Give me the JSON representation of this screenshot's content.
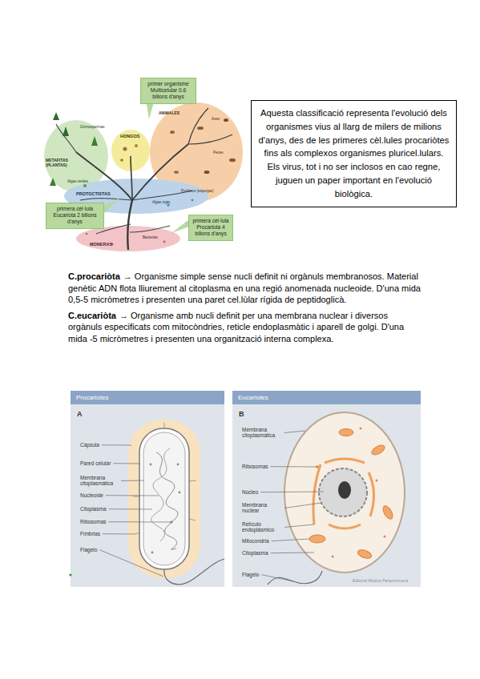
{
  "diagram": {
    "nodes": [
      {
        "text": [
          "primer organisme Multicelular 0.6 bilions d'anys"
        ]
      },
      {
        "text": [
          "Aquesta classificació representa l'evolució dels organismes vius al llarg de milers de milions d'anys, des de les primeres cèl.lules procariòtes fins als complexos organismes pluricel.lulars. Els virus, tot i no ser inclosos en cao regne, juguen un paper important en l'evolució biològica."
        ]
      },
      {
        "text": [
          "primera cèl·lula Eucariota 2 bilions d'anys"
        ]
      },
      {
        "text": [
          "primera cèl·lula Procariota 4 bilions d'anys"
        ]
      },
      {
        "text": [
          "Procariotes",
          "A"
        ]
      },
      {
        "text": [
          "Eucariotes",
          "B"
        ]
      }
    ],
    "labels": [
      "METAFITAS (PLANTAS)",
      "HONGOS",
      "PROTOCTISTAS",
      "MONERAS",
      "ANIMALES",
      "Gimnospermas",
      "Algas verdes",
      "Algas rojas",
      "Bacterias",
      "Peces",
      "Aves",
      "Poríferos (esponjas)",
      "C.procariòta",
      "→ Organisme simple sense nucli definit ni orgànuls membranosos. Material genètic ADN flota lliurement al citoplasma en una regió anomenada nucleoide. D'una mida 0,5-5 micròmetres i presenten una paret cel.lùlar rígida de peptidoglicà.",
      "C.eucariòta",
      "→ Organisme amb nucli definit per una membrana nuclear i diversos orgànuls especificats com mitocòndries, reticle endoplasmàtic i aparell de golgi. D'una mida -5 micròmetres i presenten una organització interna complexa.",
      "Cápsula",
      "Pared celular",
      "Membrana citoplasmática",
      "Nucleoide",
      "Citoplasma",
      "Ribosomas",
      "Fimbrias",
      "Flagelo",
      "Membrana citoplasmática",
      "Ribosomas",
      "Núcleo",
      "Membrana nuclear",
      "Retículo endoplásmico",
      "Mitocondria",
      "Citoplasma",
      "Flagelo",
      "Editorial Médica Panamericana"
    ]
  }
}
